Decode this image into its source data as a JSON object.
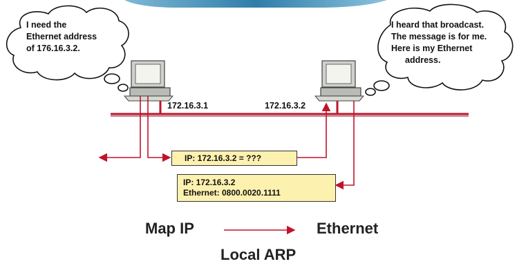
{
  "bubbles": {
    "left": [
      "I need the",
      "Ethernet address",
      "of 176.16.3.2."
    ],
    "right": [
      "I heard that broadcast.",
      "The message is for me.",
      "Here is my Ethernet",
      "address."
    ]
  },
  "hosts": {
    "left_ip": "172.16.3.1",
    "right_ip": "172.16.3.2"
  },
  "packets": {
    "request": "IP: 172.16.3.2 = ???",
    "reply_line1": "IP: 172.16.3.2",
    "reply_line2": "Ethernet: 0800.0020.1111"
  },
  "mapping": {
    "from": "Map IP",
    "to": "Ethernet"
  },
  "caption": "Local ARP",
  "colors": {
    "wire": "#c0142b",
    "packet_fill": "#fdf1b0",
    "header_band": "#3f8fb8"
  }
}
